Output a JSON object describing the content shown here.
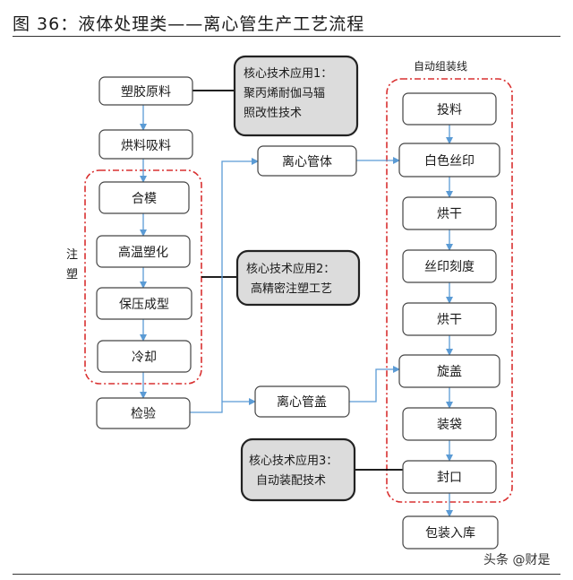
{
  "figure_title": "图 36：液体处理类——离心管生产工艺流程",
  "group_labels": {
    "injection": "注\n塑",
    "assembly_line": "自动组装线"
  },
  "nodes": {
    "raw_material": "塑胶原料",
    "drying": "烘料吸料",
    "mold_close": "合模",
    "high_temp": "高温塑化",
    "pressure_forming": "保压成型",
    "cooling": "冷却",
    "inspection": "检验",
    "tube_body": "离心管体",
    "tube_cap": "离心管盖",
    "feeding": "投料",
    "white_print": "白色丝印",
    "dry1": "烘干",
    "scale_print": "丝印刻度",
    "dry2": "烘干",
    "capping": "旋盖",
    "bagging": "装袋",
    "sealing": "封口",
    "packaging": "包装入库"
  },
  "tech_boxes": {
    "tech1": [
      "核心技术应用1：",
      "聚丙烯耐伽马辐",
      "照改性技术"
    ],
    "tech2": [
      "核心技术应用2：",
      "高精密注塑工艺"
    ],
    "tech3": [
      "核心技术应用3：",
      "自动装配技术"
    ]
  },
  "colors": {
    "arrow": "#5b9bd5",
    "dashed_box": "#d93030",
    "tech_fill": "#dcdcdc"
  },
  "watermark": "头条 @财是"
}
